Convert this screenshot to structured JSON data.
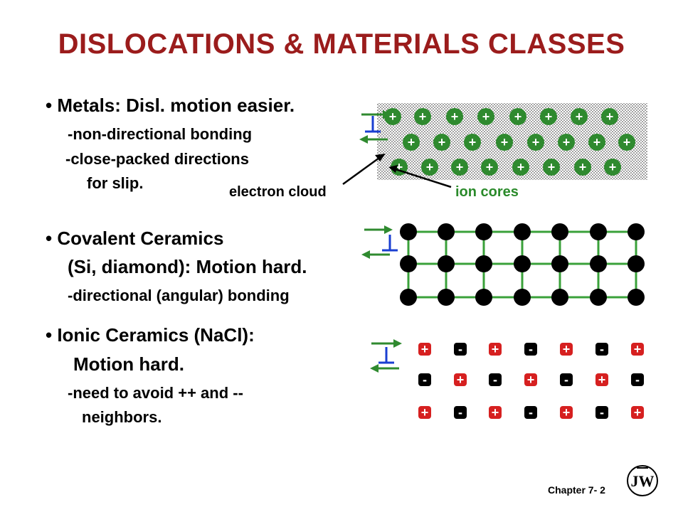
{
  "slide": {
    "title": "DISLOCATIONS & MATERIALS CLASSES",
    "metals": {
      "bullet": "• Metals:  Disl. motion easier.",
      "points": [
        "-non-directional bonding",
        "-close-packed directions",
        "for slip."
      ],
      "electron_label": "electron cloud",
      "ion_label": "ion cores",
      "ion_symbol": "+"
    },
    "covalent": {
      "bullet": "• Covalent Ceramics",
      "line2": "(Si, diamond):  Motion hard.",
      "points": [
        "-directional (angular) bonding"
      ]
    },
    "ionic": {
      "bullet": "• Ionic Ceramics (NaCl):",
      "line2": "Motion hard.",
      "points": [
        "-need to avoid ++ and --",
        "neighbors."
      ],
      "plus_symbol": "+",
      "minus_symbol": "-"
    },
    "footer": "Chapter 7- 2",
    "logo_text": "JW",
    "colors": {
      "title": "#9b1c1c",
      "ion_green": "#2f8a2f",
      "ion_red": "#d62020",
      "bond_green": "#3aa13a",
      "label_green": "#2a8a2a"
    }
  }
}
